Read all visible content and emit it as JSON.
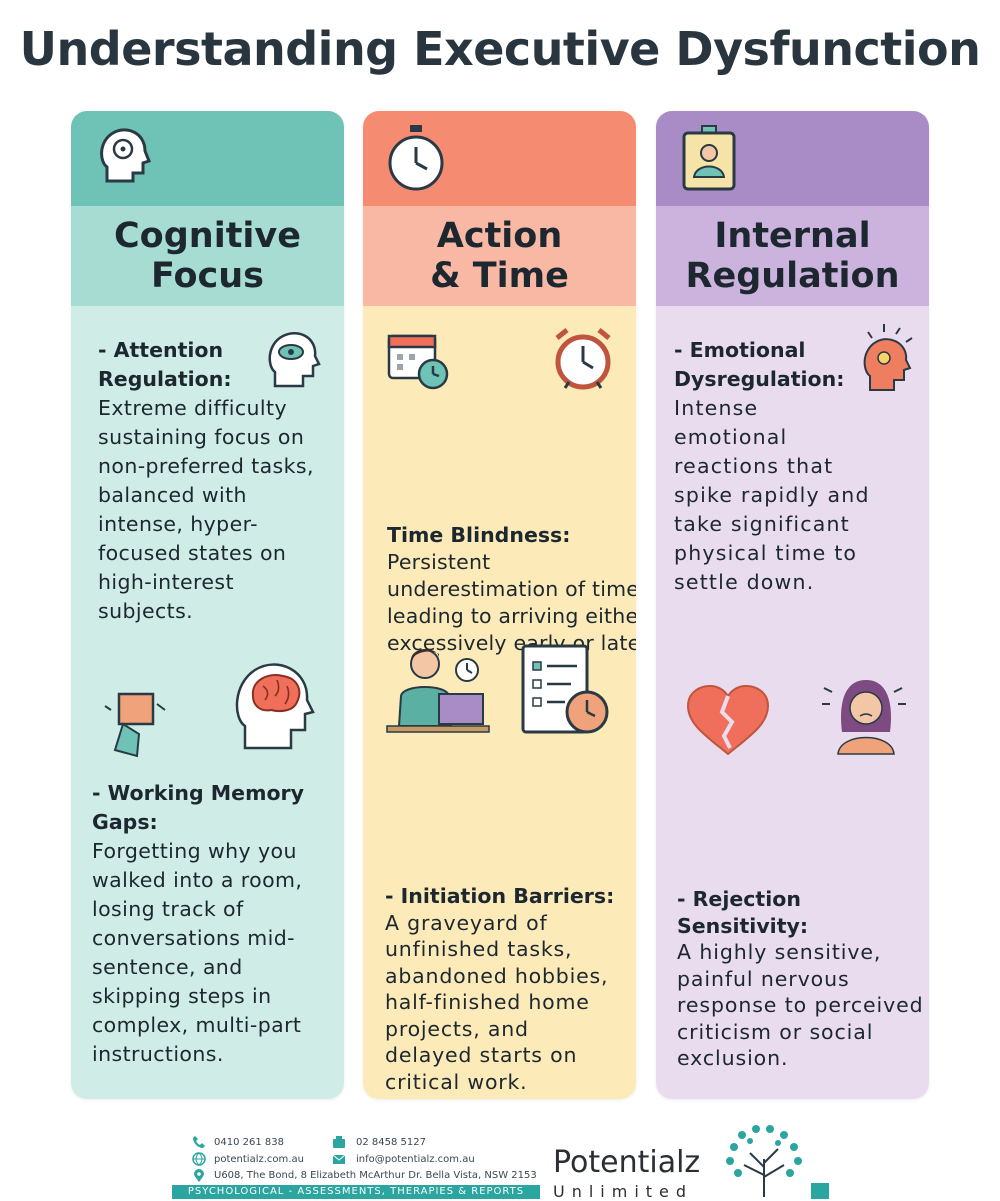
{
  "title": "Understanding Executive Dysfunction",
  "columns": [
    {
      "heading": "Cognitive Focus",
      "colors": {
        "head": "#6fc3b6",
        "sub": "#a7dcd3",
        "body": "#cfece7"
      },
      "sections": [
        {
          "heading": "- Attention Regulation:",
          "body": "Extreme difficulty sustaining focus on non-preferred tasks, balanced with intense, hyper-focused states on high-interest subjects."
        },
        {
          "heading": "- Working Memory Gaps:",
          "body": "Forgetting why you walked into a room, losing track of conversations mid-sentence, and skipping steps in complex, multi-part instructions."
        }
      ]
    },
    {
      "heading": "Action & Time",
      "colors": {
        "head": "#f58c72",
        "sub": "#f9b8a3",
        "body": "#fcebb8"
      },
      "sections": [
        {
          "heading": "Time Blindness:",
          "body": "Persistent underestimation of time, leading to arriving either excessively early or late."
        },
        {
          "heading": "- Initiation Barriers:",
          "body": "A graveyard of unfinished tasks, abandoned hobbies, half-finished home projects, and delayed starts on critical work."
        }
      ]
    },
    {
      "heading": "Internal Regulation",
      "colors": {
        "head": "#a98cc6",
        "sub": "#cbb3dd",
        "body": "#e9dcef"
      },
      "sections": [
        {
          "heading": "- Emotional Dysregulation:",
          "body": "Intense emotional reactions that spike rapidly and take significant physical time to settle down."
        },
        {
          "heading": "- Rejection Sensitivity:",
          "body": "A highly sensitive, painful nervous response to perceived criticism or social exclusion."
        }
      ]
    }
  ],
  "footer": {
    "mobile": "0410  261 838",
    "phone": "02 8458 5127",
    "website": "potentialz.com.au",
    "email": "info@potentialz.com.au",
    "address": "U608, The Bond, 8 Elizabeth McArthur Dr. Bella Vista, NSW 2153",
    "tagline": "PSYCHOLOGICAL - ASSESSMENTS, THERAPIES & REPORTS",
    "brand_name": "Potentialz",
    "brand_sub": "Unlimited",
    "accent": "#2aa5a0"
  }
}
